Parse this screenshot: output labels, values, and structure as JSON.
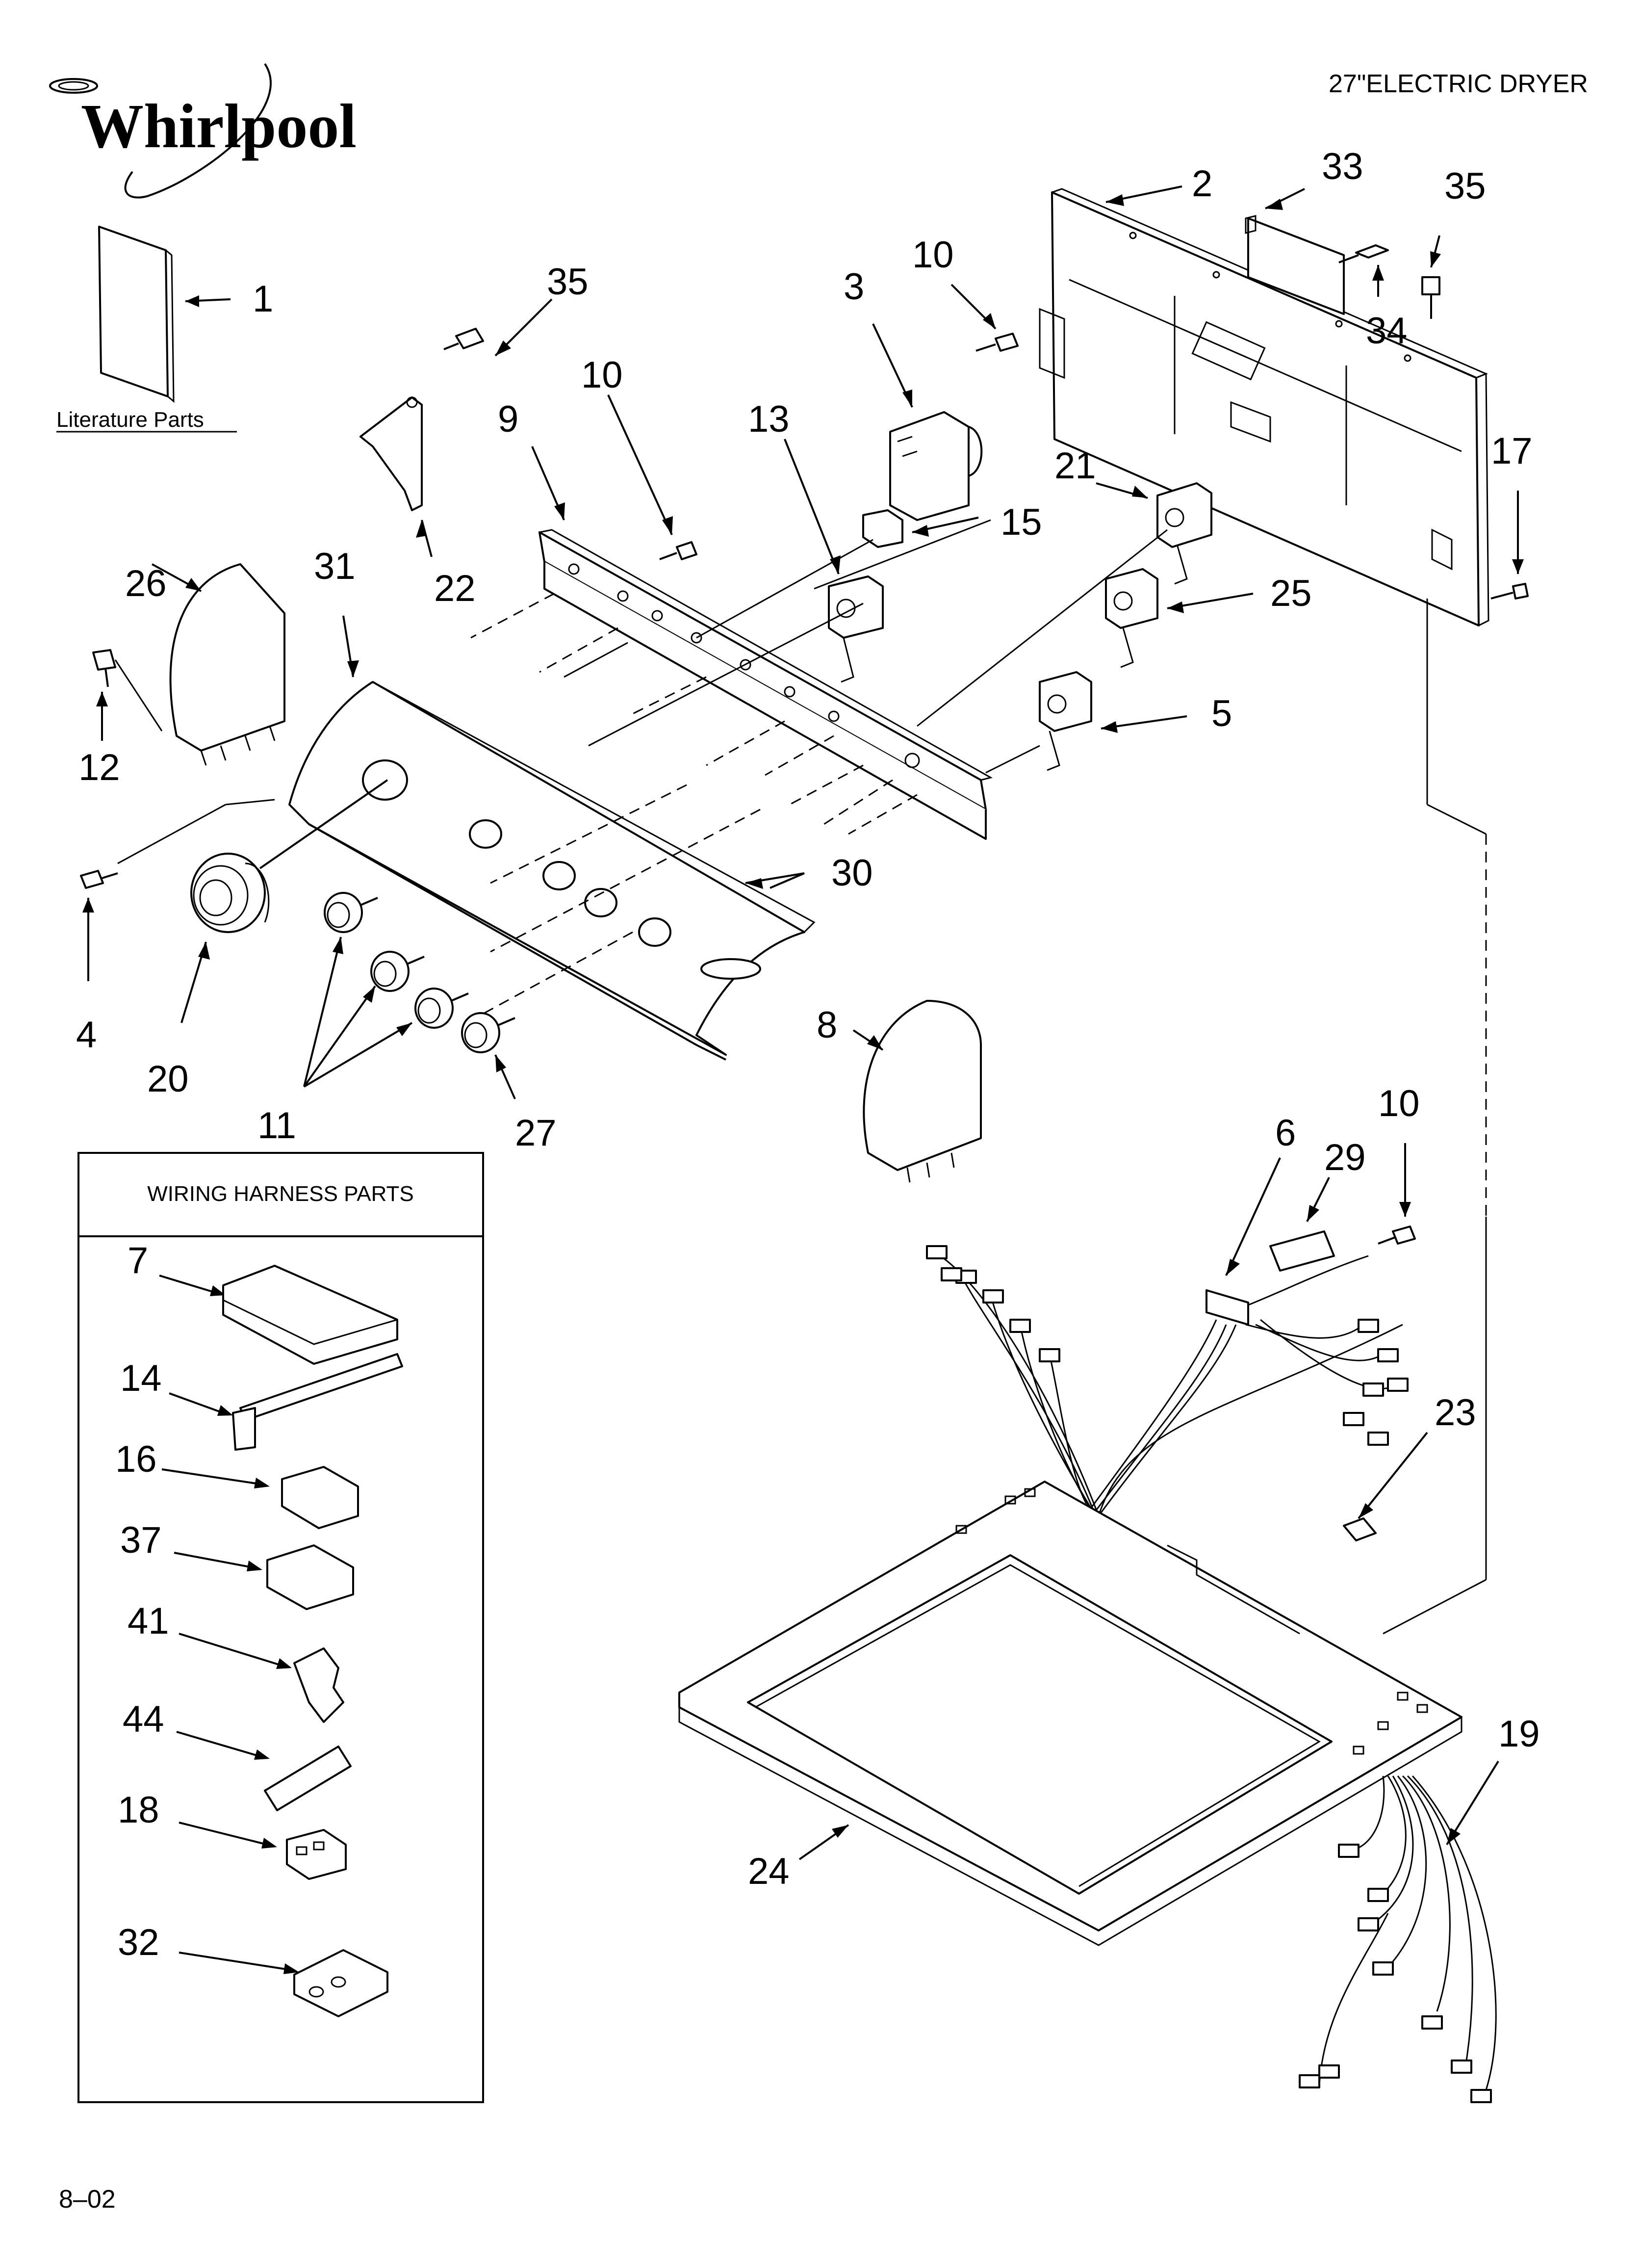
{
  "header": {
    "brand": "Whirlpool",
    "product": "27\"ELECTRIC DRYER"
  },
  "literature": {
    "label": "Literature Parts",
    "callout": "1"
  },
  "wiring_box": {
    "title": "WIRING HARNESS PARTS",
    "items": [
      "7",
      "14",
      "16",
      "37",
      "41",
      "44",
      "18",
      "32"
    ]
  },
  "callouts": {
    "c2": "2",
    "c3": "3",
    "c4": "4",
    "c5": "5",
    "c6": "6",
    "c8": "8",
    "c9": "9",
    "c10a": "10",
    "c10b": "10",
    "c10c": "10",
    "c11": "11",
    "c12": "12",
    "c13": "13",
    "c15": "15",
    "c17": "17",
    "c19": "19",
    "c20": "20",
    "c21": "21",
    "c22": "22",
    "c23": "23",
    "c24": "24",
    "c25": "25",
    "c26": "26",
    "c27": "27",
    "c29": "29",
    "c30": "30",
    "c31": "31",
    "c33": "33",
    "c34": "34",
    "c35a": "35",
    "c35b": "35"
  },
  "footer": {
    "date_code": "8–02"
  },
  "icons": [
    "logo-swirl-icon",
    "screw-icon",
    "knob-icon",
    "switch-icon"
  ]
}
